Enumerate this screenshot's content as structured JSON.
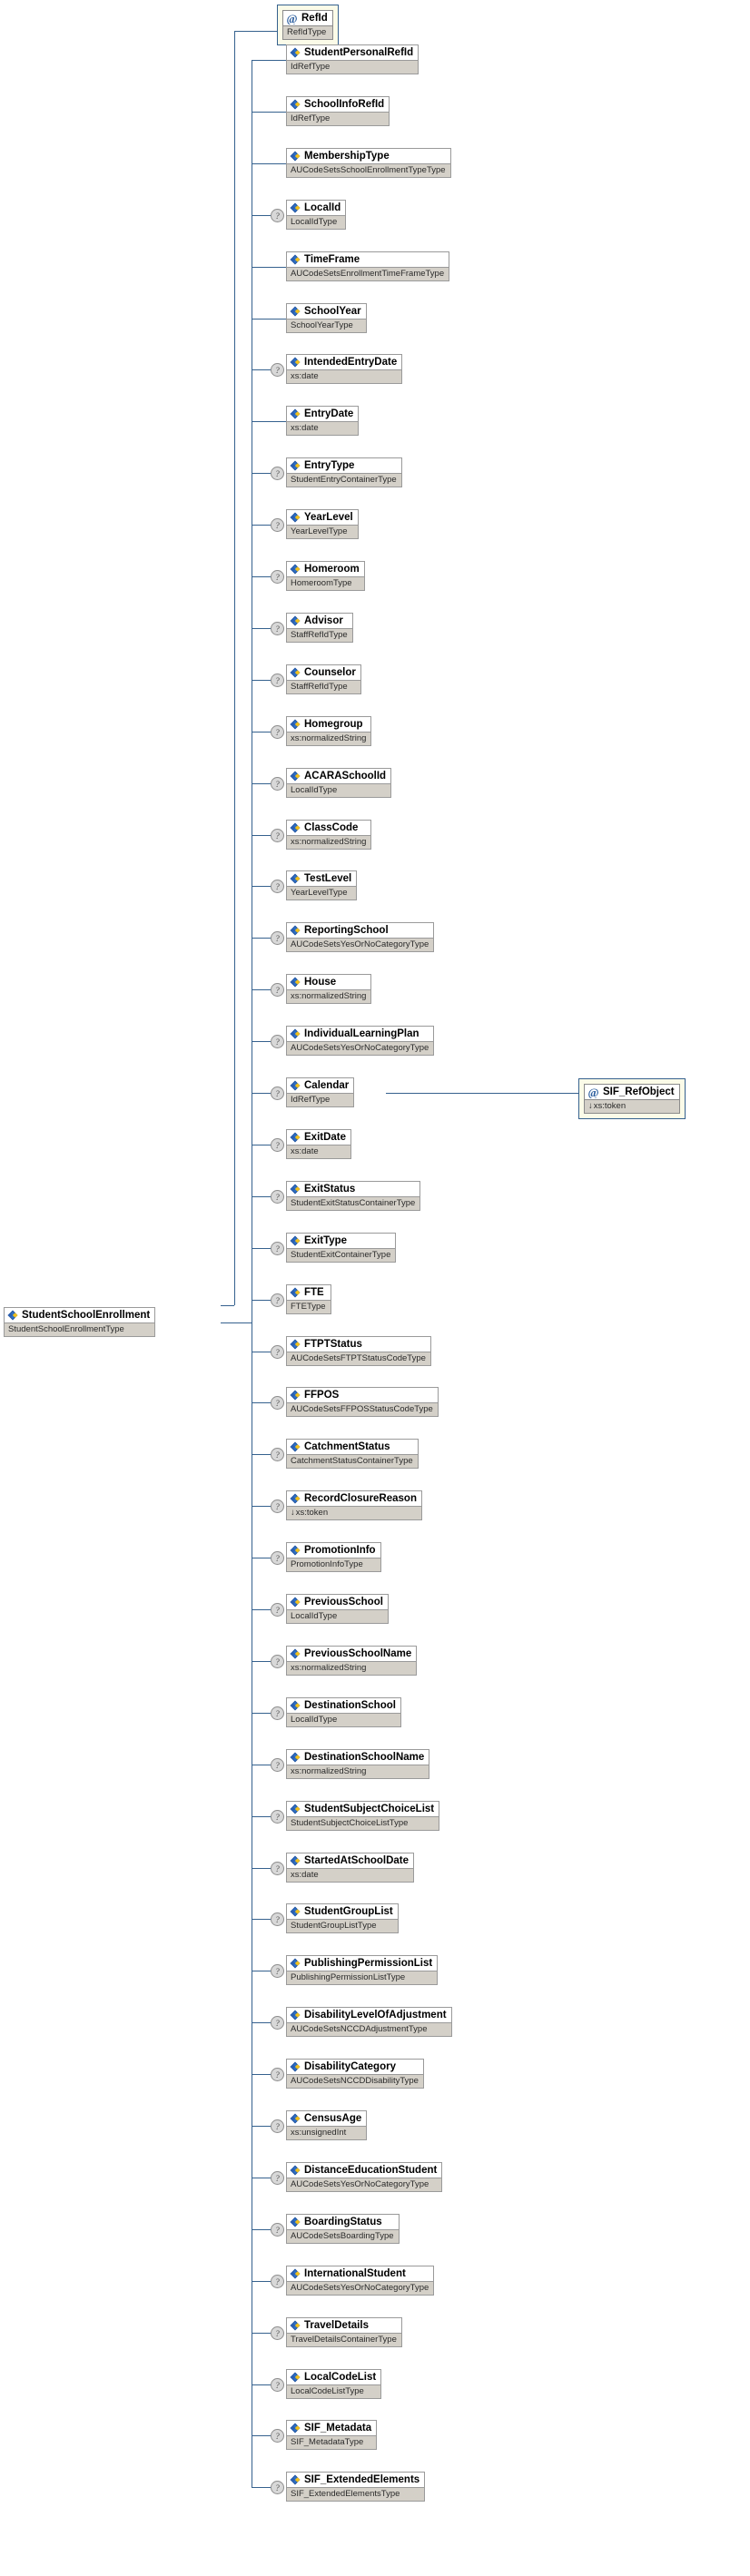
{
  "diagram": {
    "title": "StudentSchoolEnrollment XSD element tree",
    "accent_color": "#35618e",
    "attribute_fill": "#fbfbe8",
    "type_fill": "#d4d0c8",
    "icons": {
      "attribute": "at-sign-icon",
      "element": "element-diamond-icon",
      "optional": "question-mark-icon",
      "restriction": "down-arrow-icon"
    }
  },
  "root": {
    "name": "StudentSchoolEnrollment",
    "type": "StudentSchoolEnrollmentType",
    "kind": "element",
    "optional": false
  },
  "attributes": [
    {
      "name": "RefId",
      "type": "RefIdType",
      "kind": "attribute",
      "optional": false
    }
  ],
  "calendar_child": {
    "name": "SIF_RefObject",
    "type": "xs:token",
    "kind": "attribute",
    "optional": false,
    "restricted": true
  },
  "elements": [
    {
      "name": "StudentPersonalRefId",
      "type": "IdRefType",
      "optional": false
    },
    {
      "name": "SchoolInfoRefId",
      "type": "IdRefType",
      "optional": false
    },
    {
      "name": "MembershipType",
      "type": "AUCodeSetsSchoolEnrollmentTypeType",
      "optional": false
    },
    {
      "name": "LocalId",
      "type": "LocalIdType",
      "optional": true
    },
    {
      "name": "TimeFrame",
      "type": "AUCodeSetsEnrollmentTimeFrameType",
      "optional": false
    },
    {
      "name": "SchoolYear",
      "type": "SchoolYearType",
      "optional": false
    },
    {
      "name": "IntendedEntryDate",
      "type": "xs:date",
      "optional": true
    },
    {
      "name": "EntryDate",
      "type": "xs:date",
      "optional": false
    },
    {
      "name": "EntryType",
      "type": "StudentEntryContainerType",
      "optional": true
    },
    {
      "name": "YearLevel",
      "type": "YearLevelType",
      "optional": true
    },
    {
      "name": "Homeroom",
      "type": "HomeroomType",
      "optional": true
    },
    {
      "name": "Advisor",
      "type": "StaffRefIdType",
      "optional": true
    },
    {
      "name": "Counselor",
      "type": "StaffRefIdType",
      "optional": true
    },
    {
      "name": "Homegroup",
      "type": "xs:normalizedString",
      "optional": true
    },
    {
      "name": "ACARASchoolId",
      "type": "LocalIdType",
      "optional": true
    },
    {
      "name": "ClassCode",
      "type": "xs:normalizedString",
      "optional": true
    },
    {
      "name": "TestLevel",
      "type": "YearLevelType",
      "optional": true
    },
    {
      "name": "ReportingSchool",
      "type": "AUCodeSetsYesOrNoCategoryType",
      "optional": true
    },
    {
      "name": "House",
      "type": "xs:normalizedString",
      "optional": true
    },
    {
      "name": "IndividualLearningPlan",
      "type": "AUCodeSetsYesOrNoCategoryType",
      "optional": true
    },
    {
      "name": "Calendar",
      "type": "IdRefType",
      "optional": true
    },
    {
      "name": "ExitDate",
      "type": "xs:date",
      "optional": true
    },
    {
      "name": "ExitStatus",
      "type": "StudentExitStatusContainerType",
      "optional": true
    },
    {
      "name": "ExitType",
      "type": "StudentExitContainerType",
      "optional": true
    },
    {
      "name": "FTE",
      "type": "FTEType",
      "optional": true
    },
    {
      "name": "FTPTStatus",
      "type": "AUCodeSetsFTPTStatusCodeType",
      "optional": true
    },
    {
      "name": "FFPOS",
      "type": "AUCodeSetsFFPOSStatusCodeType",
      "optional": true
    },
    {
      "name": "CatchmentStatus",
      "type": "CatchmentStatusContainerType",
      "optional": true
    },
    {
      "name": "RecordClosureReason",
      "type": "xs:token",
      "optional": true,
      "restricted": true
    },
    {
      "name": "PromotionInfo",
      "type": "PromotionInfoType",
      "optional": true
    },
    {
      "name": "PreviousSchool",
      "type": "LocalIdType",
      "optional": true
    },
    {
      "name": "PreviousSchoolName",
      "type": "xs:normalizedString",
      "optional": true
    },
    {
      "name": "DestinationSchool",
      "type": "LocalIdType",
      "optional": true
    },
    {
      "name": "DestinationSchoolName",
      "type": "xs:normalizedString",
      "optional": true
    },
    {
      "name": "StudentSubjectChoiceList",
      "type": "StudentSubjectChoiceListType",
      "optional": true
    },
    {
      "name": "StartedAtSchoolDate",
      "type": "xs:date",
      "optional": true
    },
    {
      "name": "StudentGroupList",
      "type": "StudentGroupListType",
      "optional": true
    },
    {
      "name": "PublishingPermissionList",
      "type": "PublishingPermissionListType",
      "optional": true
    },
    {
      "name": "DisabilityLevelOfAdjustment",
      "type": "AUCodeSetsNCCDAdjustmentType",
      "optional": true
    },
    {
      "name": "DisabilityCategory",
      "type": "AUCodeSetsNCCDDisabilityType",
      "optional": true
    },
    {
      "name": "CensusAge",
      "type": "xs:unsignedInt",
      "optional": true
    },
    {
      "name": "DistanceEducationStudent",
      "type": "AUCodeSetsYesOrNoCategoryType",
      "optional": true
    },
    {
      "name": "BoardingStatus",
      "type": "AUCodeSetsBoardingType",
      "optional": true
    },
    {
      "name": "InternationalStudent",
      "type": "AUCodeSetsYesOrNoCategoryType",
      "optional": true
    },
    {
      "name": "TravelDetails",
      "type": "TravelDetailsContainerType",
      "optional": true
    },
    {
      "name": "LocalCodeList",
      "type": "LocalCodeListType",
      "optional": true
    },
    {
      "name": "SIF_Metadata",
      "type": "SIF_MetadataType",
      "optional": true
    },
    {
      "name": "SIF_ExtendedElements",
      "type": "SIF_ExtendedElementsType",
      "optional": true
    }
  ]
}
